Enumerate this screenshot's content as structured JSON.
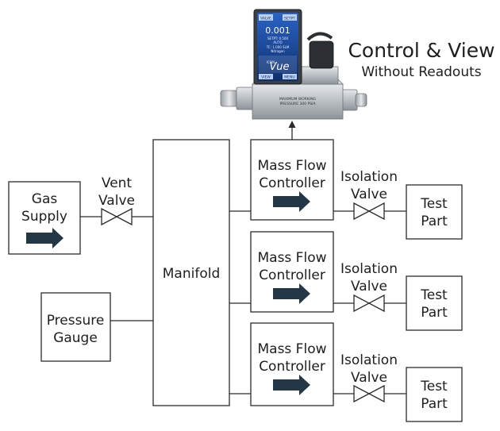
{
  "header": {
    "title": "Control & View",
    "subtitle": "Without Readouts"
  },
  "device": {
    "screen_buttons": [
      "VALVE",
      "SETPT",
      "VIEW",
      "MENU"
    ],
    "screen_reading": "0.001",
    "screen_lines": [
      "SETPT: 0.500",
      "AUTO",
      "TC: 1.000 SLM",
      "Nitrogen"
    ],
    "brand": "Vue",
    "brand_prefix": "ICON",
    "plate_lines": [
      "MAXIMUM WORKING",
      "PRESSURE 300 PSIA"
    ]
  },
  "nodes": {
    "gas_supply": [
      "Gas",
      "Supply"
    ],
    "vent_valve": [
      "Vent",
      "Valve"
    ],
    "pressure_gauge": [
      "Pressure",
      "Gauge"
    ],
    "manifold": "Manifold",
    "mfc": [
      "Mass Flow",
      "Controller"
    ],
    "isolation_valve": [
      "Isolation",
      "Valve"
    ],
    "test_part": [
      "Test",
      "Part"
    ]
  },
  "colors": {
    "line": "#2b2b2b",
    "arrow": "#243746",
    "text": "#1e1e1e",
    "screen": "#1f4fa0",
    "device_body": "#c8ccd0"
  }
}
